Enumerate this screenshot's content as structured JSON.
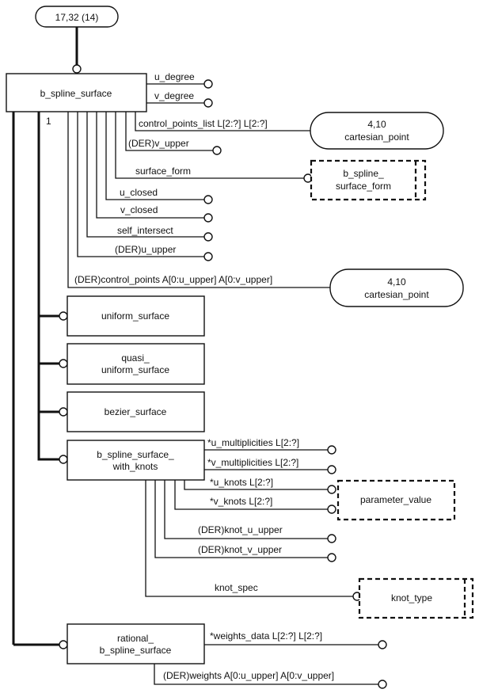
{
  "diagram": {
    "page_ref": "17,32 (14)",
    "supertype": {
      "name": "b_spline_surface",
      "oneof_marker": "1",
      "attributes": [
        {
          "label": "u_degree",
          "target": "simple"
        },
        {
          "label": "v_degree",
          "target": "simple"
        },
        {
          "label": "control_points_list L[2:?] L[2:?]",
          "target": "cartesian_point_1"
        },
        {
          "label": "(DER)v_upper",
          "target": "simple"
        },
        {
          "label": "surface_form",
          "target": "b_spline_surface_form"
        },
        {
          "label": "u_closed",
          "target": "simple"
        },
        {
          "label": "v_closed",
          "target": "simple"
        },
        {
          "label": "self_intersect",
          "target": "simple"
        },
        {
          "label": "(DER)u_upper",
          "target": "simple"
        },
        {
          "label": "(DER)control_points A[0:u_upper] A[0:v_upper]",
          "target": "cartesian_point_2"
        }
      ]
    },
    "references": {
      "cartesian_point_1": {
        "ref": "4,10",
        "name": "cartesian_point"
      },
      "cartesian_point_2": {
        "ref": "4,10",
        "name": "cartesian_point"
      }
    },
    "types": {
      "b_spline_surface_form": {
        "line1": "b_spline_",
        "line2": "surface_form"
      },
      "parameter_value": {
        "name": "parameter_value"
      },
      "knot_type": {
        "name": "knot_type"
      }
    },
    "subtypes": {
      "uniform_surface": {
        "name": "uniform_surface"
      },
      "quasi_uniform_surface": {
        "line1": "quasi_",
        "line2": "uniform_surface"
      },
      "bezier_surface": {
        "name": "bezier_surface"
      },
      "b_spline_surface_with_knots": {
        "line1": "b_spline_surface_",
        "line2": "with_knots",
        "attributes": [
          {
            "label": "*u_multiplicities L[2:?]",
            "target": "simple"
          },
          {
            "label": "*v_multiplicities L[2:?]",
            "target": "simple"
          },
          {
            "label": "*u_knots L[2:?]",
            "target": "parameter_value"
          },
          {
            "label": "*v_knots L[2:?]",
            "target": "parameter_value"
          },
          {
            "label": "(DER)knot_u_upper",
            "target": "simple"
          },
          {
            "label": "(DER)knot_v_upper",
            "target": "simple"
          },
          {
            "label": "knot_spec",
            "target": "knot_type"
          }
        ]
      },
      "rational_b_spline_surface": {
        "line1": "rational_",
        "line2": "b_spline_surface",
        "attributes": [
          {
            "label": "*weights_data L[2:?] L[2:?]",
            "target": "simple"
          },
          {
            "label": "(DER)weights A[0:u_upper] A[0:v_upper]",
            "target": "simple"
          }
        ]
      }
    }
  }
}
